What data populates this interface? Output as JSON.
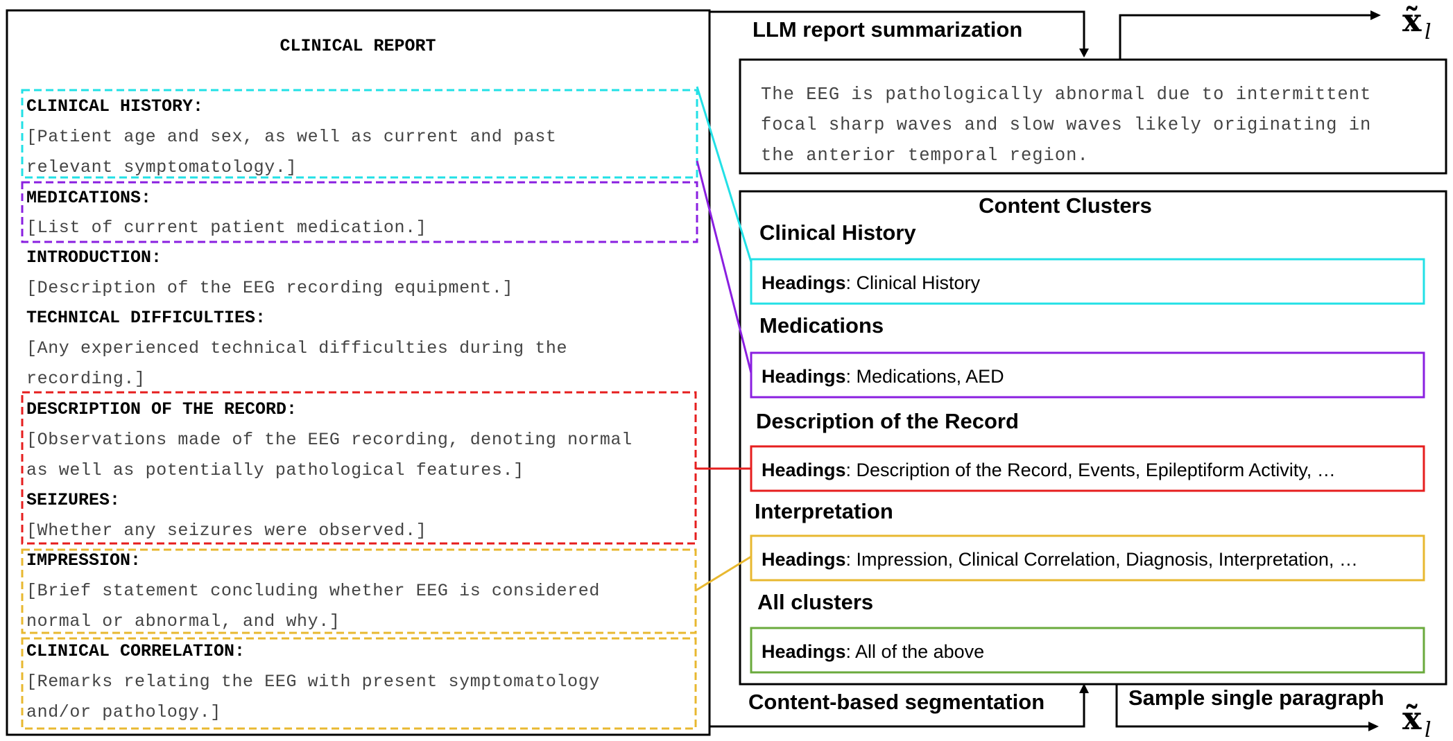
{
  "report": {
    "title": "CLINICAL REPORT",
    "sections": [
      {
        "heading": "CLINICAL HISTORY:",
        "lines": [
          "[Patient age and sex, as well as current and past",
          "relevant symptomatology.]"
        ]
      },
      {
        "heading": "MEDICATIONS:",
        "lines": [
          "[List of current patient medication.]"
        ]
      },
      {
        "heading": "INTRODUCTION:",
        "lines": [
          "[Description of the EEG recording equipment.]"
        ]
      },
      {
        "heading": "TECHNICAL DIFFICULTIES:",
        "lines": [
          "[Any experienced technical difficulties during the",
          "recording.]"
        ]
      },
      {
        "heading": "DESCRIPTION OF THE RECORD:",
        "lines": [
          "[Observations made of the EEG recording, denoting normal",
          "as well as potentially pathological features.]"
        ]
      },
      {
        "heading": "SEIZURES:",
        "lines": [
          "[Whether any seizures were observed.]"
        ]
      },
      {
        "heading": "IMPRESSION:",
        "lines": [
          "[Brief statement concluding whether EEG is considered",
          "normal or abnormal, and why.]"
        ]
      },
      {
        "heading": "CLINICAL CORRELATION:",
        "lines": [
          "[Remarks relating the EEG with present symptomatology",
          "and/or pathology.]"
        ]
      }
    ]
  },
  "summary": {
    "label": "LLM report summarization",
    "lines": [
      "The EEG is pathologically abnormal due to intermittent",
      "focal sharp waves and slow waves likely originating in",
      "the anterior temporal region."
    ]
  },
  "clusters": {
    "title": "Content Clusters",
    "headings_label": "Headings",
    "items": [
      {
        "name": "Clinical History",
        "headings": ": Clinical History",
        "color": "#22e0e6"
      },
      {
        "name": "Medications",
        "headings": ": Medications, AED",
        "color": "#8a1fe0"
      },
      {
        "name": "Description of the Record",
        "headings": ": Description of the Record, Events, Epileptiform Activity, …",
        "color": "#e61e1e"
      },
      {
        "name": "Interpretation",
        "headings": ": Impression, Clinical Correlation, Diagnosis, Interpretation, …",
        "color": "#e8b830"
      },
      {
        "name": "All clusters",
        "headings": ": All of the above",
        "color": "#6aaa3c"
      }
    ]
  },
  "flow": {
    "segmentation_label": "Content-based segmentation",
    "sample_label": "Sample single paragraph",
    "output_symbol": "x̃",
    "output_subscript": "l"
  },
  "colors": {
    "cyan": "#22e0e6",
    "purple": "#8a1fe0",
    "red": "#e61e1e",
    "yellow": "#e8b830",
    "green": "#6aaa3c"
  }
}
